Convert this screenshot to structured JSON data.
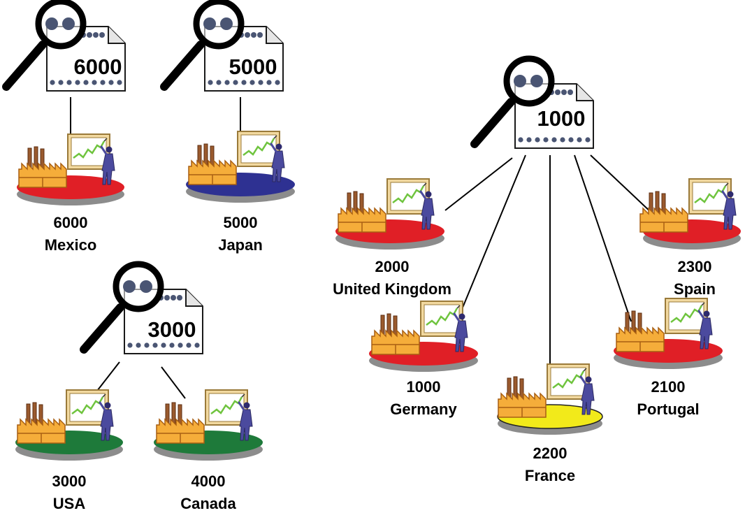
{
  "groups": [
    {
      "id": "g6000",
      "node_code": "6000",
      "plants": [
        {
          "code": "6000",
          "name": "Mexico",
          "platform_color": "#e01f26"
        }
      ]
    },
    {
      "id": "g5000",
      "node_code": "5000",
      "plants": [
        {
          "code": "5000",
          "name": "Japan",
          "platform_color": "#2e3192"
        }
      ]
    },
    {
      "id": "g3000",
      "node_code": "3000",
      "plants": [
        {
          "code": "3000",
          "name": "USA",
          "platform_color": "#1e7a3a"
        },
        {
          "code": "4000",
          "name": "Canada",
          "platform_color": "#1e7a3a"
        }
      ]
    },
    {
      "id": "g1000",
      "node_code": "1000",
      "plants": [
        {
          "code": "2000",
          "name": "United Kingdom",
          "platform_color": "#e01f26"
        },
        {
          "code": "1000",
          "name": "Germany",
          "platform_color": "#e01f26"
        },
        {
          "code": "2200",
          "name": "France",
          "platform_color": "#f2ea1a"
        },
        {
          "code": "2100",
          "name": "Portugal",
          "platform_color": "#e01f26"
        },
        {
          "code": "2300",
          "name": "Spain",
          "platform_color": "#e01f26"
        }
      ]
    }
  ],
  "icons": {
    "company_node": "magnifier-document-icon",
    "plant": "factory-plant-icon"
  }
}
